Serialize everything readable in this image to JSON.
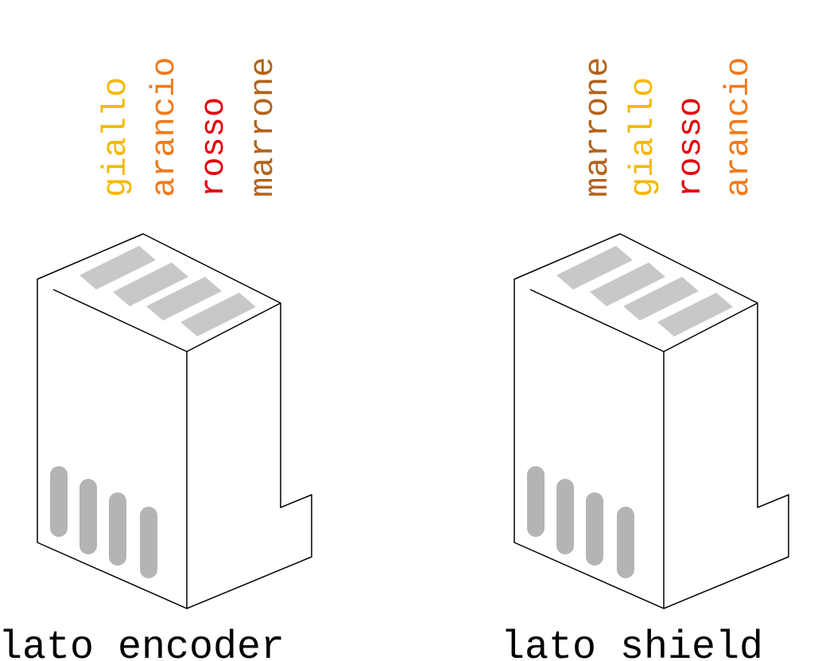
{
  "connectors": [
    {
      "caption": "lato encoder",
      "wires": [
        {
          "label": "giallo",
          "color": "#f5b800"
        },
        {
          "label": "arancio",
          "color": "#f07a1a"
        },
        {
          "label": "rosso",
          "color": "#e3000b"
        },
        {
          "label": "marrone",
          "color": "#b3621b"
        }
      ]
    },
    {
      "caption": "lato shield",
      "wires": [
        {
          "label": "marrone",
          "color": "#b3621b"
        },
        {
          "label": "giallo",
          "color": "#f5b800"
        },
        {
          "label": "rosso",
          "color": "#e3000b"
        },
        {
          "label": "arancio",
          "color": "#f07a1a"
        }
      ]
    }
  ],
  "colors": {
    "outline": "#000000",
    "slot": "#c8c8c8",
    "pin": "#b4b4b4"
  }
}
